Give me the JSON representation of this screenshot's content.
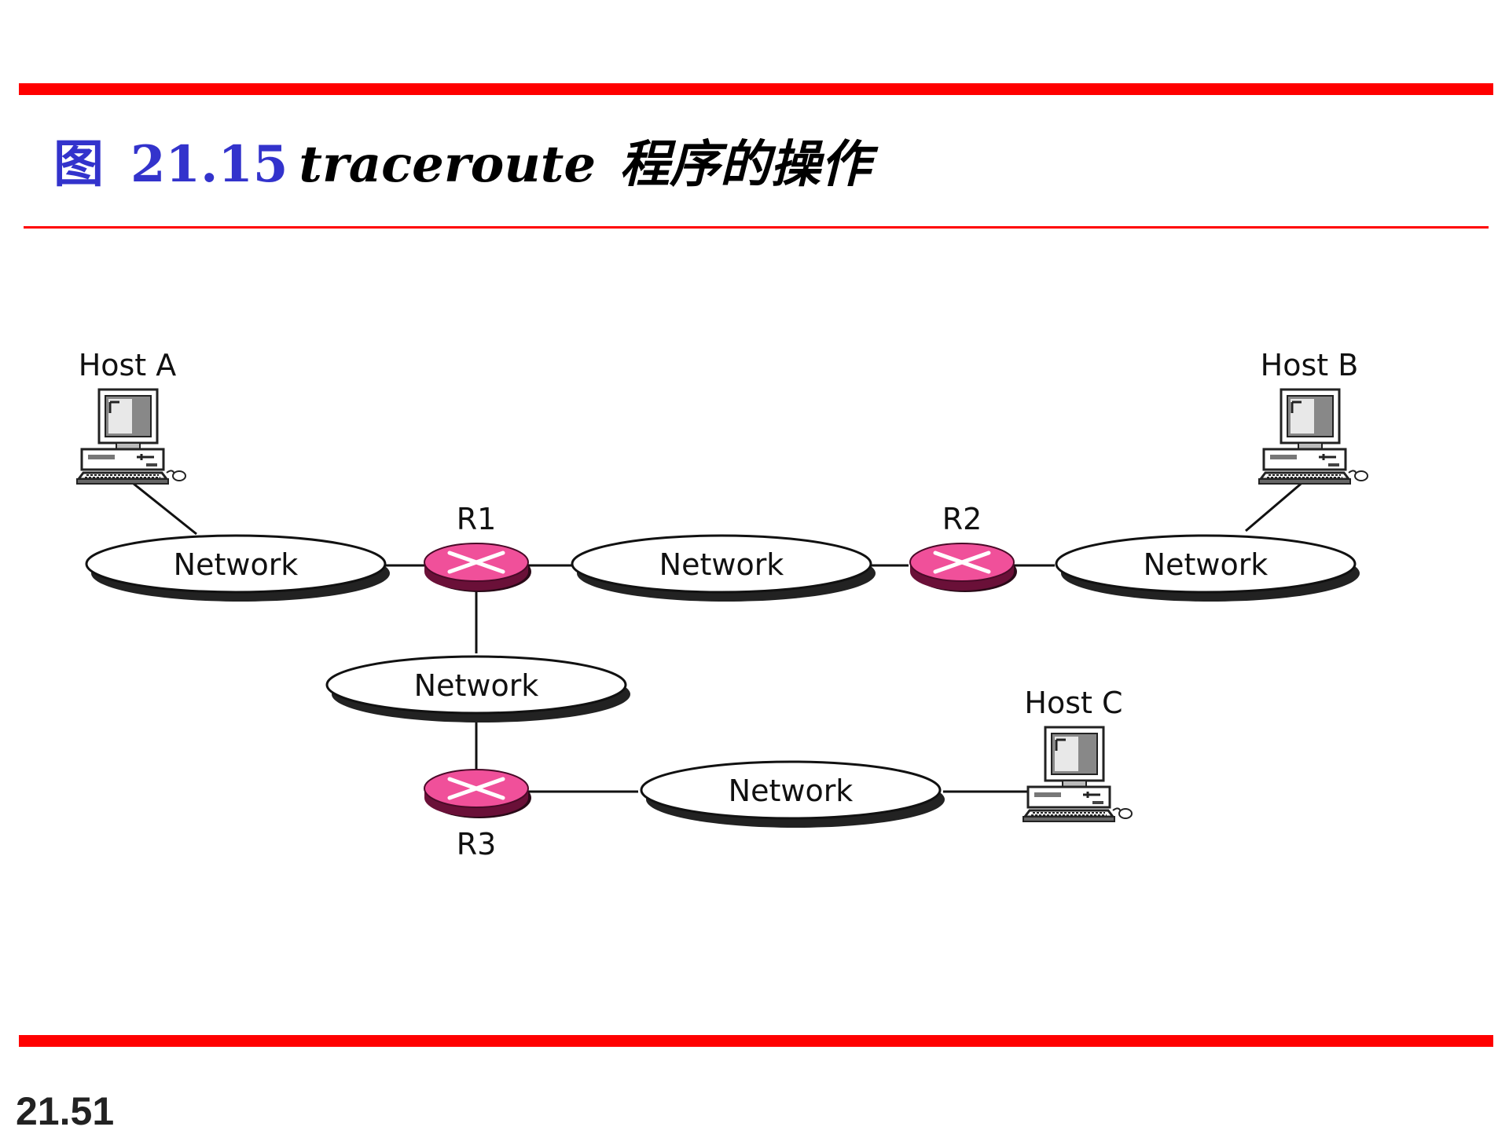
{
  "title": {
    "prefix": "图",
    "number": "21.15",
    "command": "traceroute",
    "description": "程序的操作"
  },
  "diagram": {
    "hosts": [
      {
        "id": "host-a",
        "label": "Host A"
      },
      {
        "id": "host-b",
        "label": "Host B"
      },
      {
        "id": "host-c",
        "label": "Host C"
      }
    ],
    "routers": [
      {
        "id": "r1",
        "label": "R1"
      },
      {
        "id": "r2",
        "label": "R2"
      },
      {
        "id": "r3",
        "label": "R3"
      }
    ],
    "networks": [
      {
        "id": "net-1",
        "label": "Network"
      },
      {
        "id": "net-2",
        "label": "Network"
      },
      {
        "id": "net-3",
        "label": "Network"
      },
      {
        "id": "net-4",
        "label": "Network"
      },
      {
        "id": "net-5",
        "label": "Network"
      }
    ],
    "links": [
      [
        "host-a",
        "net-1"
      ],
      [
        "net-1",
        "r1"
      ],
      [
        "r1",
        "net-2"
      ],
      [
        "net-2",
        "r2"
      ],
      [
        "r2",
        "net-3"
      ],
      [
        "net-3",
        "host-b"
      ],
      [
        "r1",
        "net-4"
      ],
      [
        "net-4",
        "r3"
      ],
      [
        "r3",
        "net-5"
      ],
      [
        "net-5",
        "host-c"
      ]
    ],
    "colors": {
      "router": "#f0509a",
      "router_dark": "#6a1038",
      "accent_rule": "#ff0000",
      "title_blue": "#3333cc"
    }
  },
  "footer": {
    "page_number": "21.51"
  }
}
